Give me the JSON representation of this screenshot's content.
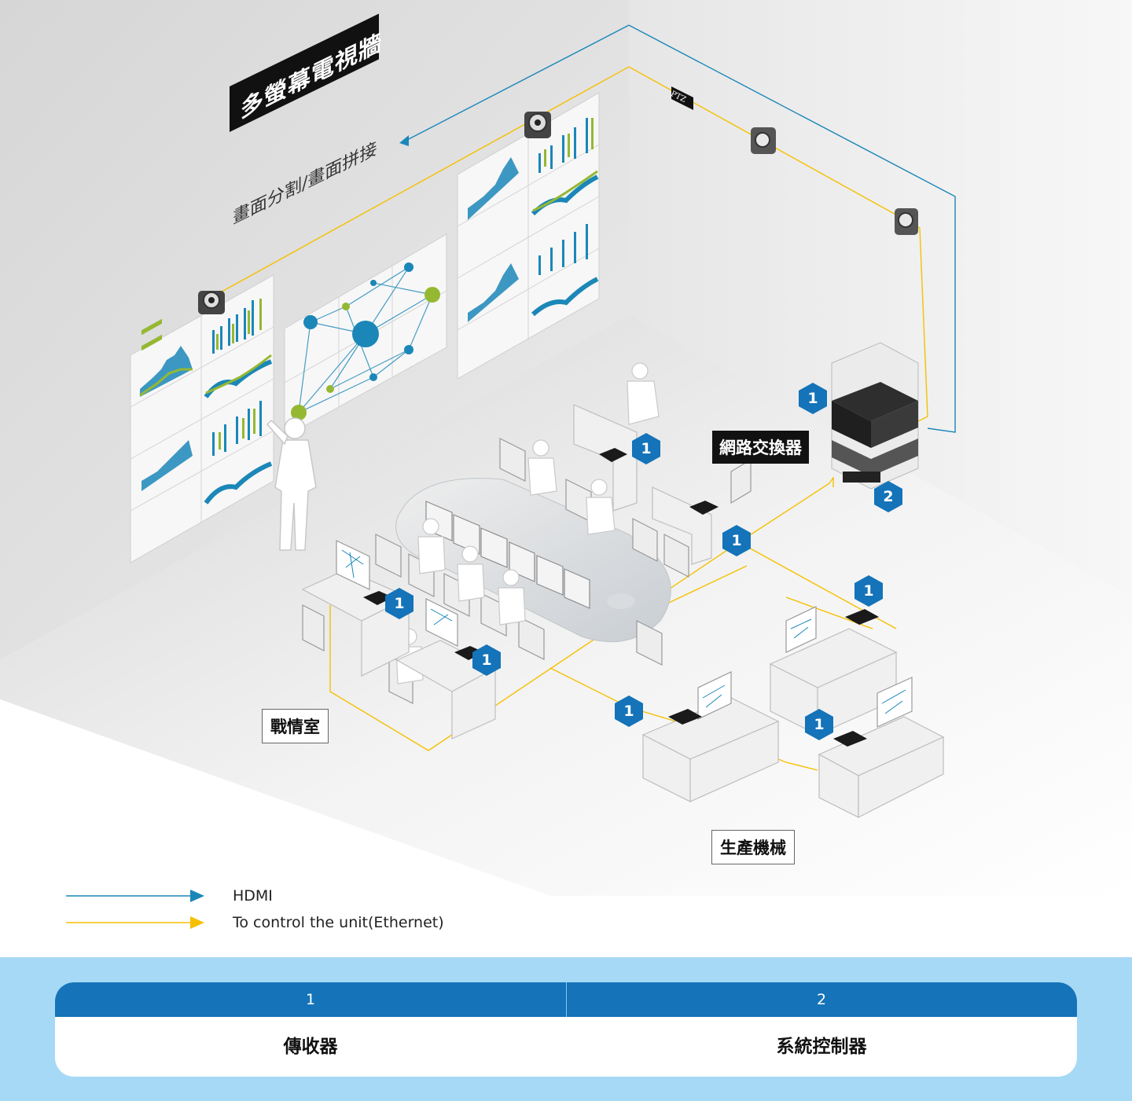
{
  "diagram": {
    "wall_title": "多螢幕電視牆",
    "wall_subtitle": "畫面分割/畫面拼接",
    "ptz_label": "PTZ",
    "switch_label": "網路交換器",
    "war_room_label": "戰情室",
    "production_label": "生產機械",
    "badges": [
      "1",
      "1",
      "1",
      "1",
      "1",
      "1",
      "1",
      "1",
      "1",
      "2"
    ]
  },
  "legend": {
    "items": [
      {
        "label": "HDMI",
        "color": "#1b87b8"
      },
      {
        "label": "To control the unit(Ethernet)",
        "color": "#f5c000"
      }
    ]
  },
  "table": {
    "headers": [
      "1",
      "2"
    ],
    "cells": [
      "傳收器",
      "系統控制器"
    ],
    "header_color": "#1473b9",
    "background_color": "#a6d9f6"
  }
}
